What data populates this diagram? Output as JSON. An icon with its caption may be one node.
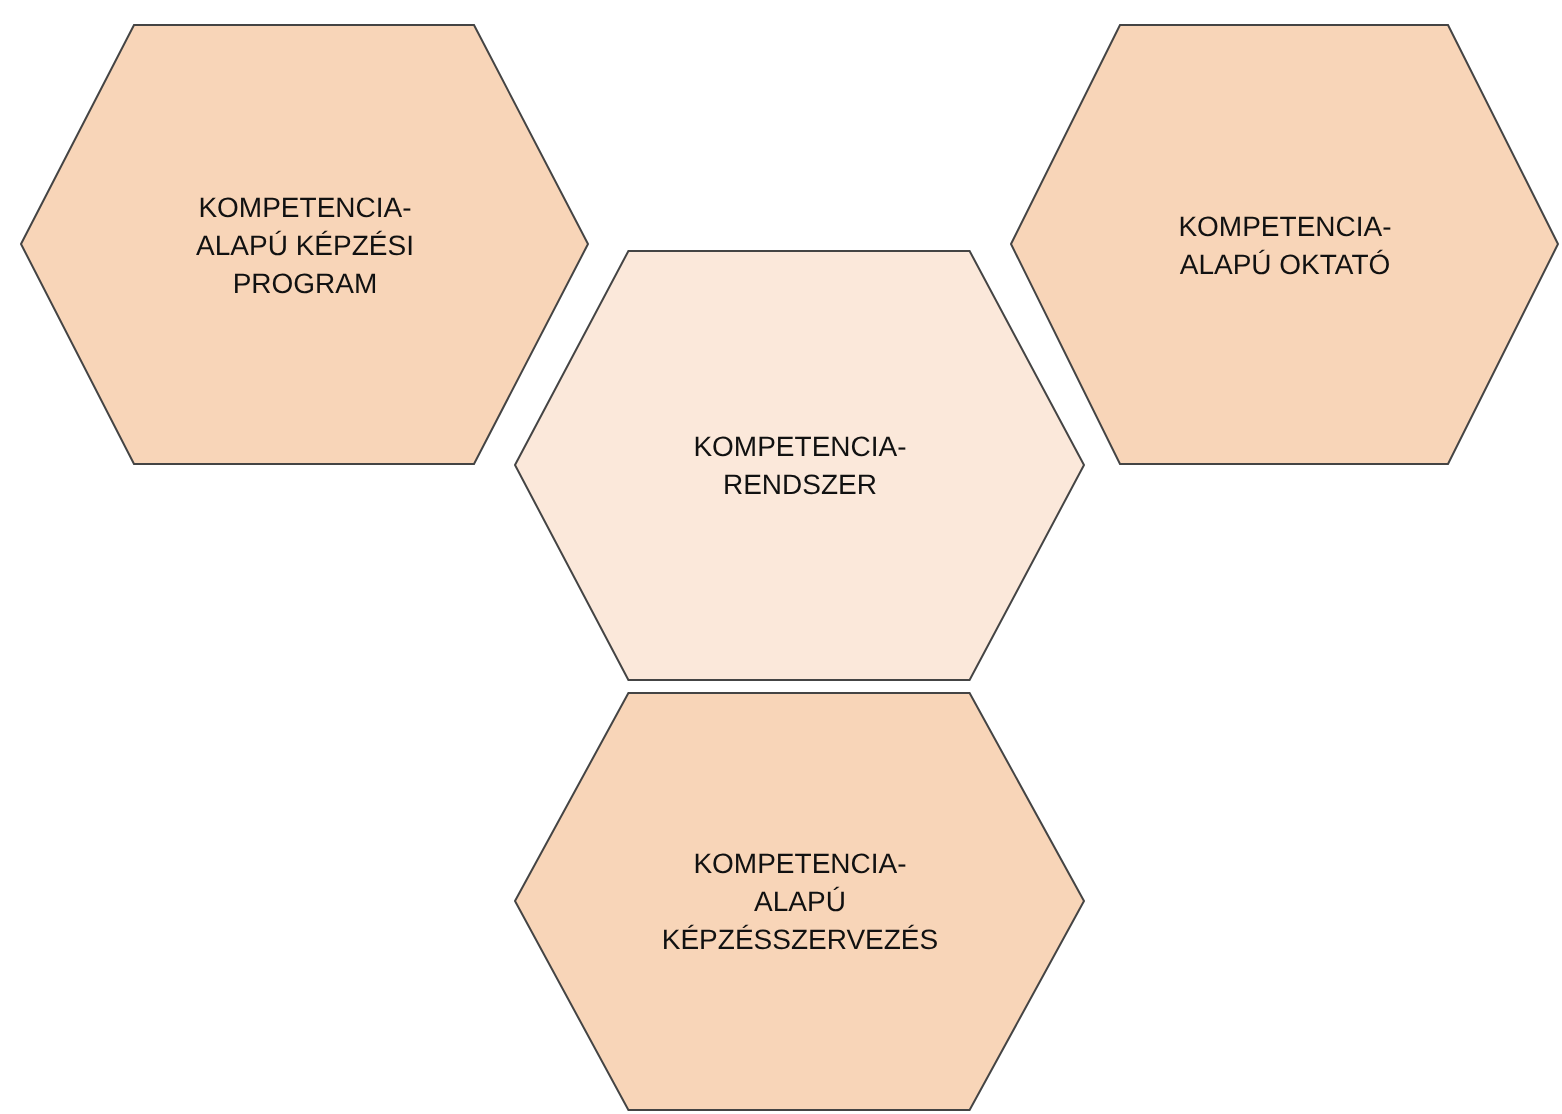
{
  "diagram": {
    "nodes": [
      {
        "text": [
          "KOMPETENCIA- ALAPÚ KÉPZÉSI PROGRAM"
        ]
      },
      {
        "text": [
          "KOMPETENCIA- RENDSZER"
        ]
      },
      {
        "text": [
          "KOMPETENCIA- ALAPÚ OKTATÓ"
        ]
      },
      {
        "text": [
          "KOMPETENCIA- ALAPÚ KÉPZÉSSZERVEZÉS"
        ]
      }
    ],
    "edges": []
  }
}
